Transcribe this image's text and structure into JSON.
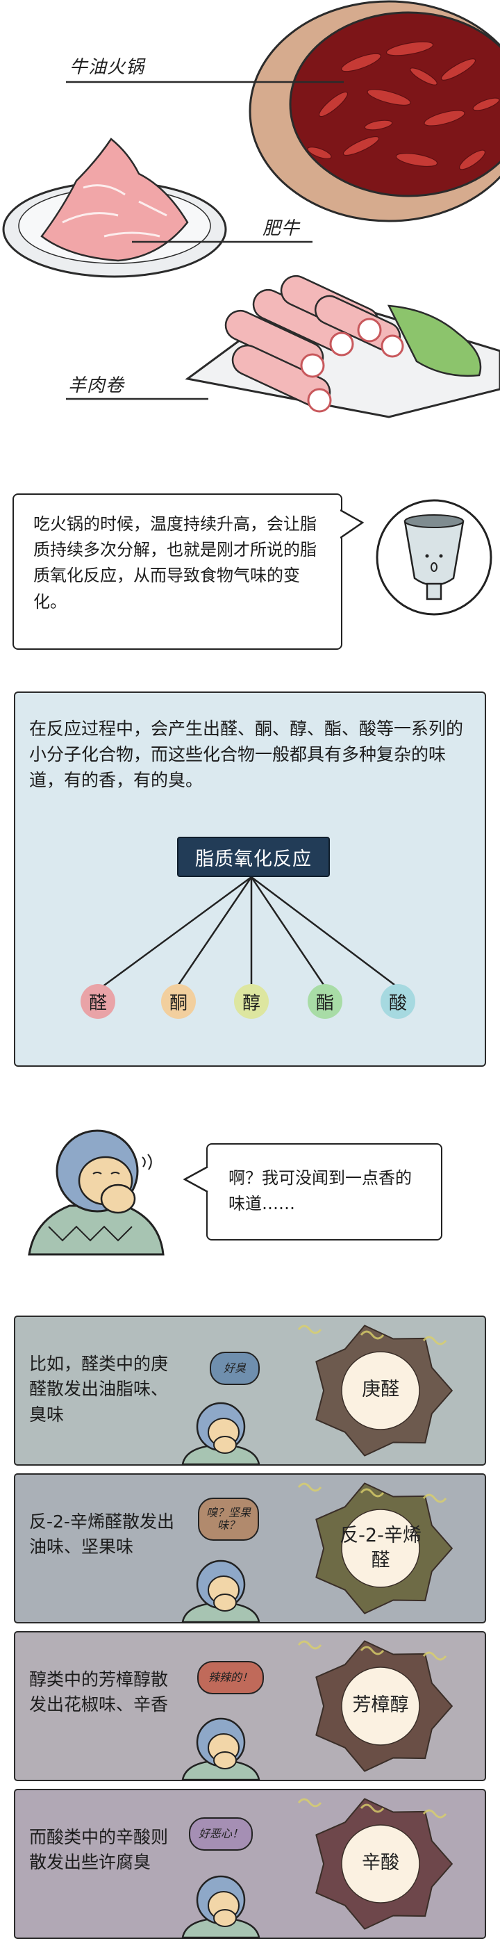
{
  "food_illustration": {
    "labels": {
      "hotpot": "牛油火锅",
      "beef": "肥牛",
      "lamb": "羊肉卷"
    }
  },
  "explanation": {
    "text": "吃火锅的时候，温度持续升高，会让脂质持续多次分解，也就是刚才所说的脂质氧化反应，从而导致食物气味的变化。"
  },
  "reaction": {
    "intro": "在反应过程中，会产生出醛、酮、醇、酯、酸等一系列的小分子化合物，而这些化合物一般都具有多种复杂的味道，有的香，有的臭。",
    "root": "脂质氧化反应",
    "compounds": [
      {
        "label": "醛",
        "color": "#e9a3a7"
      },
      {
        "label": "酮",
        "color": "#f2cf9e"
      },
      {
        "label": "醇",
        "color": "#dde6a0"
      },
      {
        "label": "酯",
        "color": "#a8dca6"
      },
      {
        "label": "酸",
        "color": "#a6d9e0"
      }
    ]
  },
  "sniff": {
    "text": "啊？我可没闻到一点香的味道……"
  },
  "smells": [
    {
      "text": "比如，醛类中的庚醛散发出油脂味、臭味",
      "label": "庚醛",
      "shout": "好臭",
      "bg": "#b3bdbd",
      "blob": "#6d5a4e",
      "shout_bg": "#6f8fae"
    },
    {
      "text": "反-2-辛烯醛散发出油味、坚果味",
      "label": "反-2-辛烯醛",
      "shout": "嗅？坚果味？",
      "bg": "#aab0b7",
      "blob": "#6e6b46",
      "shout_bg": "#b18a6d"
    },
    {
      "text": "醇类中的芳樟醇散发出花椒味、辛香",
      "label": "芳樟醇",
      "shout": "辣辣的！",
      "bg": "#b4afb6",
      "blob": "#6a4f46",
      "shout_bg": "#c06a5a"
    },
    {
      "text": "而酸类中的辛酸则散发出些许腐臭",
      "label": "辛酸",
      "shout": "好恶心！",
      "bg": "#b1a8b5",
      "blob": "#6e474b",
      "shout_bg": "#a58fb4"
    }
  ]
}
